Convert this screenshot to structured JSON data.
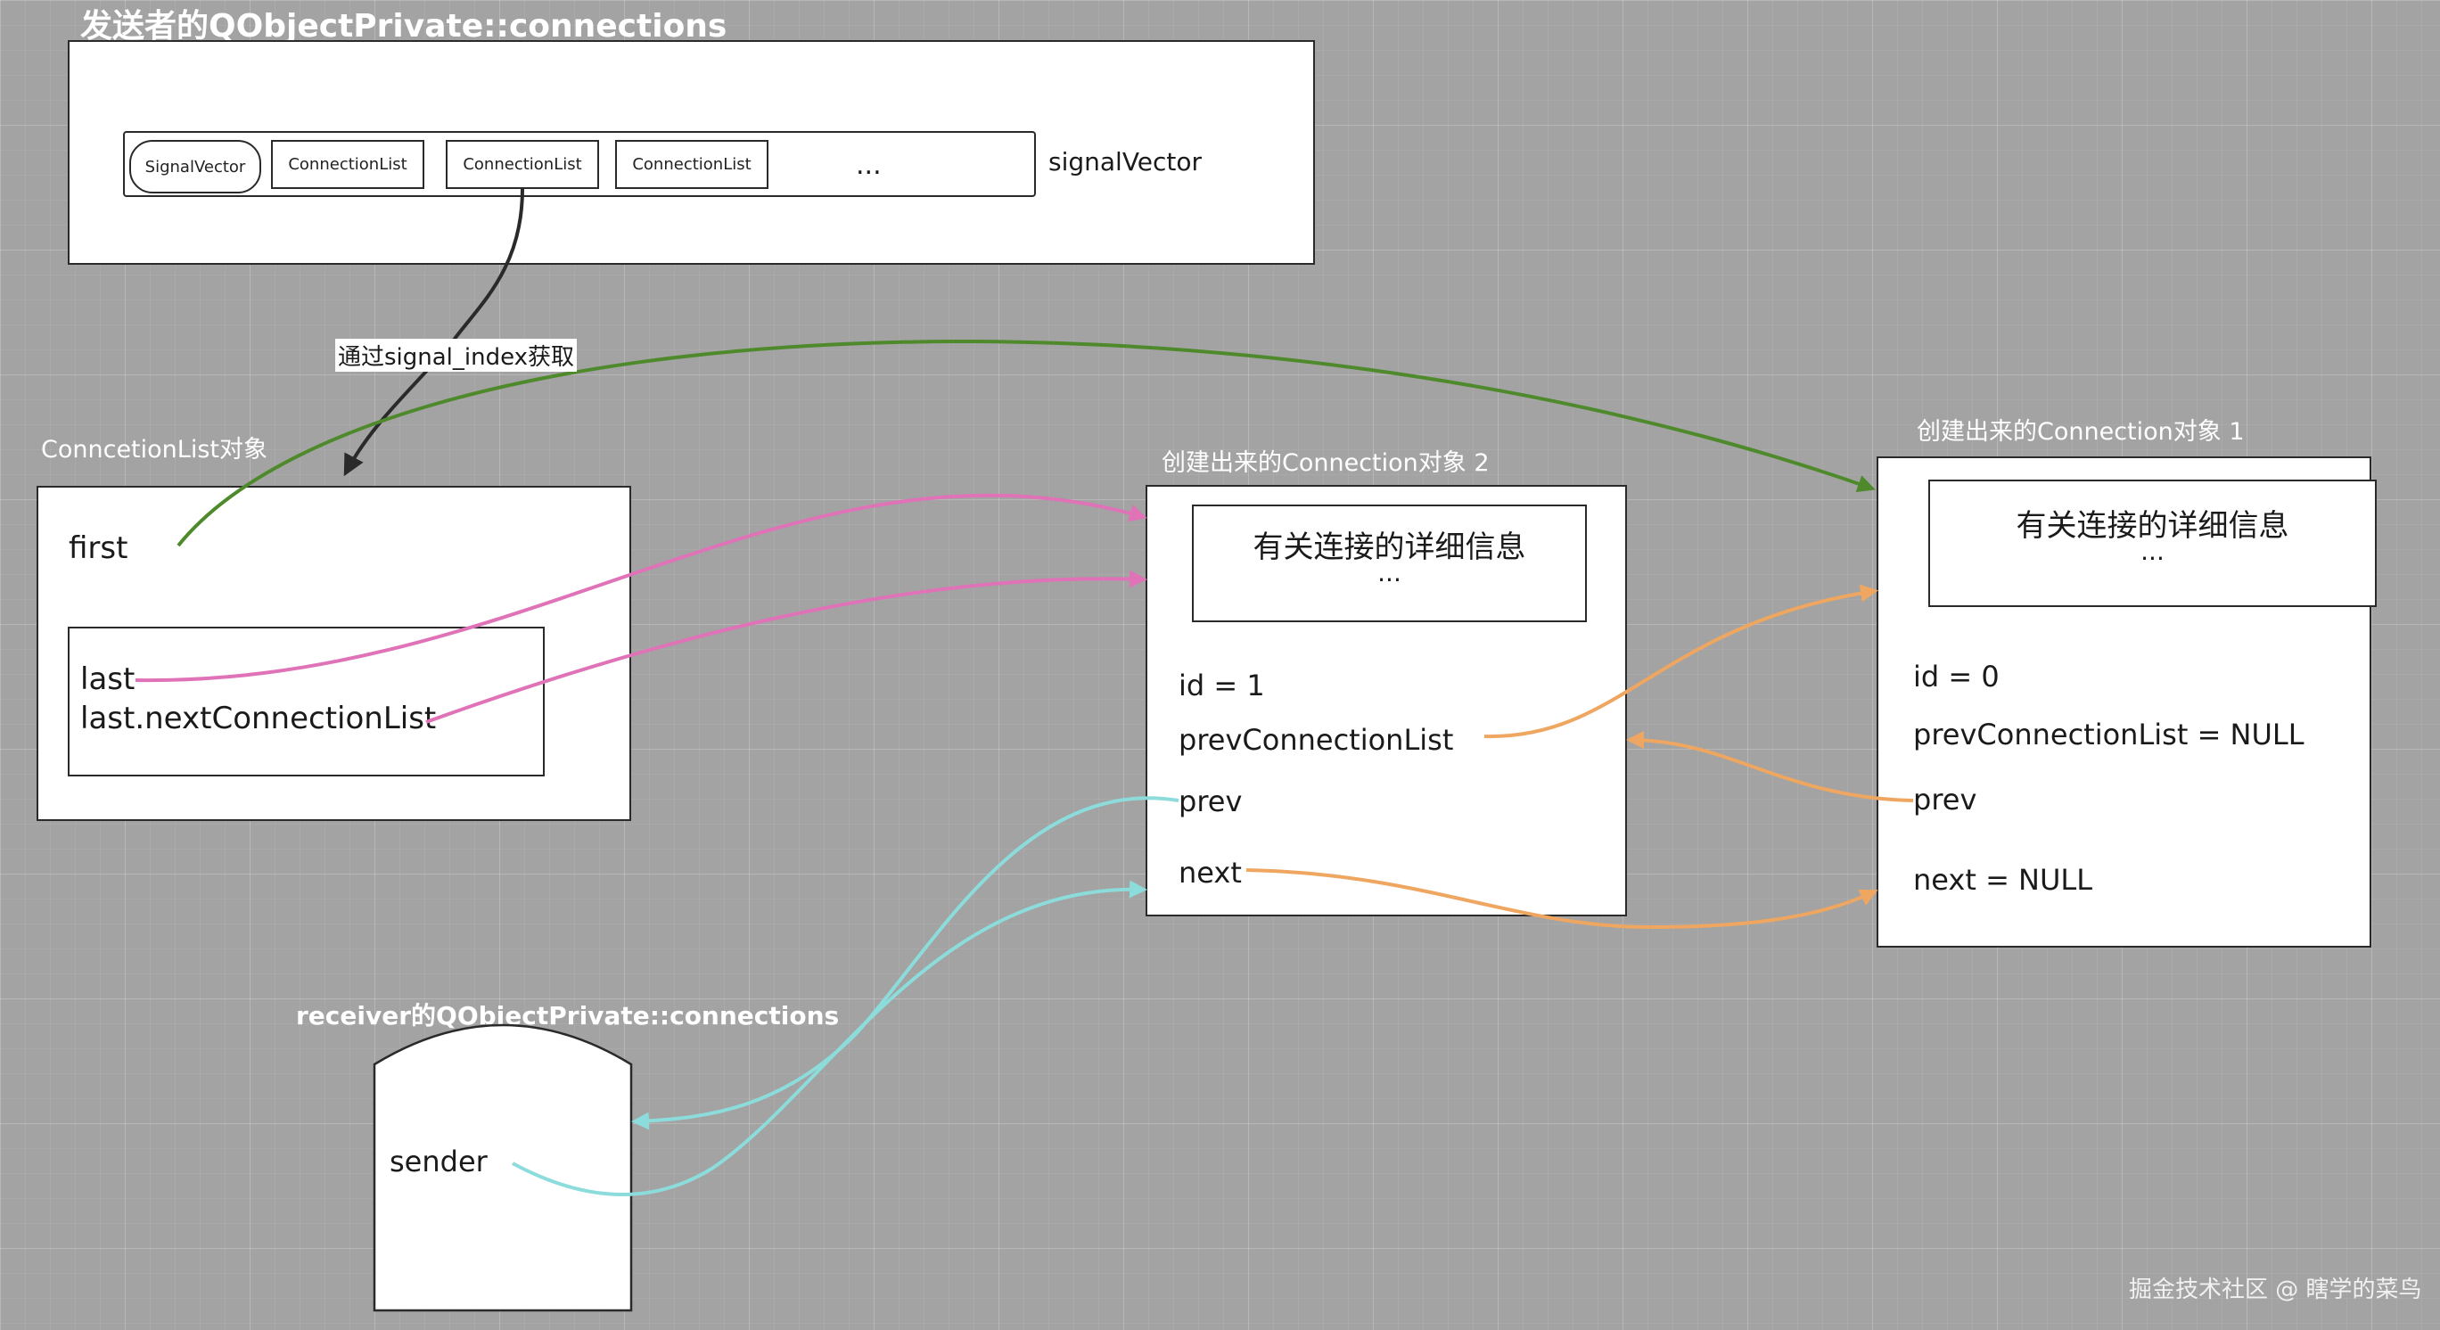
{
  "sender_title": "发送者的QObjectPrivate::connections",
  "signal_vector": {
    "cells": [
      "SignalVector",
      "ConnectionList",
      "ConnectionList",
      "ConnectionList"
    ],
    "ellipsis": "...",
    "label": "signalVector"
  },
  "arrow_label": "通过signal_index获取",
  "connection_list": {
    "title": "ConncetionList对象",
    "first": "first",
    "last": "last",
    "last_next": "last.nextConnectionList"
  },
  "connection2": {
    "title": "创建出来的Connection对象 2",
    "detail": "有关连接的详细信息",
    "detail_more": "...",
    "id": "id = 1",
    "prev_list": "prevConnectionList",
    "prev": "prev",
    "next": "next"
  },
  "connection1": {
    "title": "创建出来的Connection对象 1",
    "detail": "有关连接的详细信息",
    "detail_more": "...",
    "id": "id = 0",
    "prev_list": "prevConnectionList = NULL",
    "prev": "prev",
    "next": "next = NULL"
  },
  "receiver": {
    "title": "receiver的QObjectPrivate::connections",
    "sender": "sender"
  },
  "watermark": "掘金技术社区 @ 瞎学的菜鸟",
  "colors": {
    "green": "#4e8a2c",
    "pink": "#e072b8",
    "orange": "#eea660",
    "cyan": "#8cdcdc",
    "dark": "#2a2a2a"
  }
}
